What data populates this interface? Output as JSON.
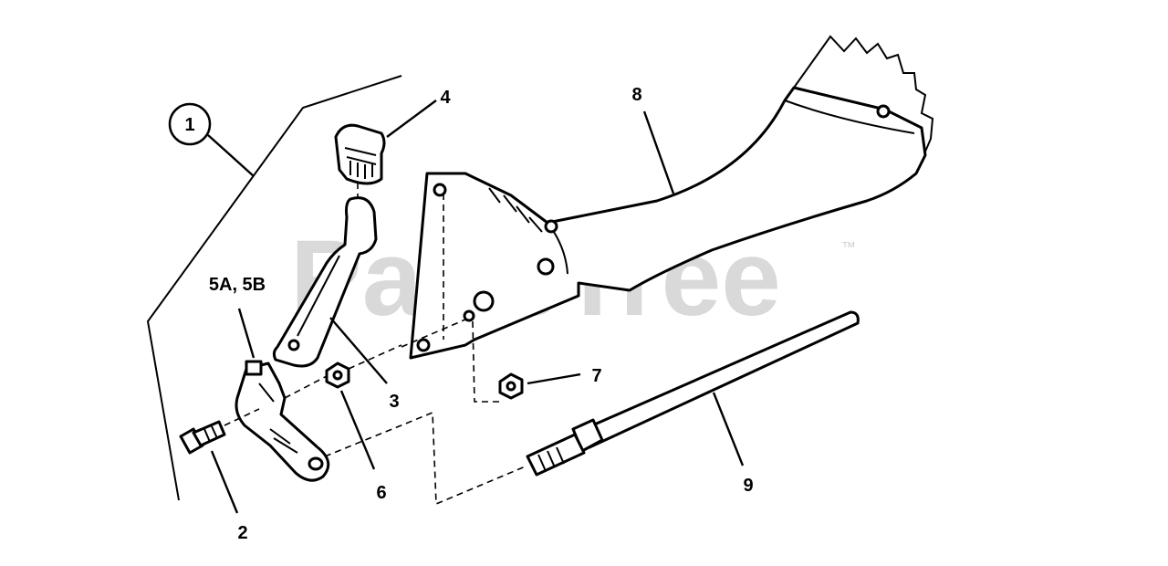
{
  "watermark": {
    "text": "PartsTree",
    "trademark": "™"
  },
  "callouts": [
    {
      "id": "c1",
      "text": "1"
    },
    {
      "id": "c2",
      "text": "2"
    },
    {
      "id": "c3",
      "text": "3"
    },
    {
      "id": "c4",
      "text": "4"
    },
    {
      "id": "c5",
      "text": "5A, 5B"
    },
    {
      "id": "c6",
      "text": "6"
    },
    {
      "id": "c7",
      "text": "7"
    },
    {
      "id": "c8",
      "text": "8"
    },
    {
      "id": "c9",
      "text": "9"
    }
  ]
}
